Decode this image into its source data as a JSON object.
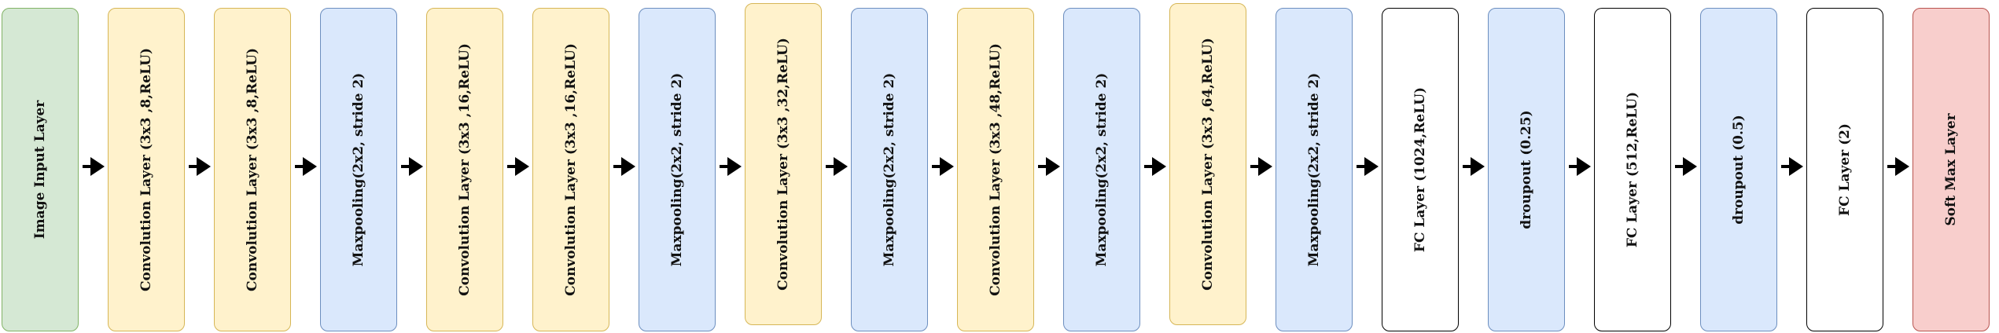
{
  "colors": {
    "input": {
      "fill": "#d5e8d4",
      "stroke": "#82b366"
    },
    "conv": {
      "fill": "#fff2cc",
      "stroke": "#d6b656"
    },
    "pool": {
      "fill": "#dae8fc",
      "stroke": "#6c8ebf"
    },
    "fc": {
      "fill": "#ffffff",
      "stroke": "#000000"
    },
    "dropout": {
      "fill": "#dae8fc",
      "stroke": "#6c8ebf"
    },
    "softmax": {
      "fill": "#f8cecc",
      "stroke": "#b85450"
    },
    "arrow": "#000000"
  },
  "layers": [
    {
      "label": "Image Input Layer",
      "kind": "input"
    },
    {
      "label": "Convolution Layer (3x3 ,8,ReLU)",
      "kind": "conv"
    },
    {
      "label": "Convolution Layer (3x3 ,8,ReLU)",
      "kind": "conv"
    },
    {
      "label": "Maxpooling(2x2, stride 2)",
      "kind": "pool"
    },
    {
      "label": "Convolution Layer (3x3 ,16,ReLU)",
      "kind": "conv"
    },
    {
      "label": "Convolution Layer (3x3 ,16,ReLU)",
      "kind": "conv"
    },
    {
      "label": "Maxpooling(2x2, stride 2)",
      "kind": "pool"
    },
    {
      "label": "Convolution Layer (3x3 ,32,ReLU)",
      "kind": "conv"
    },
    {
      "label": "Maxpooling(2x2, stride 2)",
      "kind": "pool"
    },
    {
      "label": "Convolution Layer (3x3 ,48,ReLU)",
      "kind": "conv"
    },
    {
      "label": "Maxpooling(2x2, stride 2)",
      "kind": "pool"
    },
    {
      "label": "Convolution Layer (3x3 ,64,ReLU)",
      "kind": "conv"
    },
    {
      "label": "Maxpooling(2x2, stride 2)",
      "kind": "pool"
    },
    {
      "label": "FC Layer (1024,ReLU)",
      "kind": "fc"
    },
    {
      "label": "droupout (0.25)",
      "kind": "dropout"
    },
    {
      "label": "FC Layer (512,ReLU)",
      "kind": "fc"
    },
    {
      "label": "droupout (0.5)",
      "kind": "dropout"
    },
    {
      "label": "FC Layer (2)",
      "kind": "fc"
    },
    {
      "label": "Soft Max Layer",
      "kind": "softmax"
    }
  ]
}
